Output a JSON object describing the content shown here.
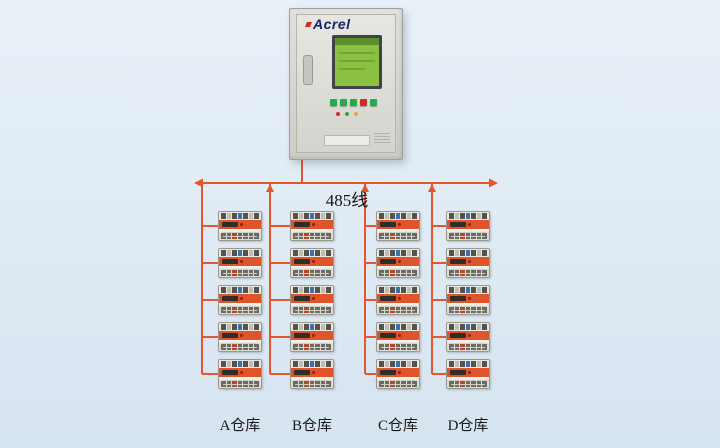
{
  "palette": {
    "background_top": "#e9f1f8",
    "background_bottom": "#d6e4f0",
    "wire": "#e4572e",
    "brand_navy": "#16256e",
    "screen_green": "#8cc043",
    "device_stripe": "#e0542c",
    "button_green": "#27a84a",
    "button_red": "#cf2b26"
  },
  "cabinet": {
    "brand": "Acrel"
  },
  "bus": {
    "label": "485线"
  },
  "columns": [
    {
      "id": "A",
      "label": "A仓库",
      "device_count": 5
    },
    {
      "id": "B",
      "label": "B仓库",
      "device_count": 5
    },
    {
      "id": "C",
      "label": "C仓库",
      "device_count": 5
    },
    {
      "id": "D",
      "label": "D仓库",
      "device_count": 5
    }
  ]
}
